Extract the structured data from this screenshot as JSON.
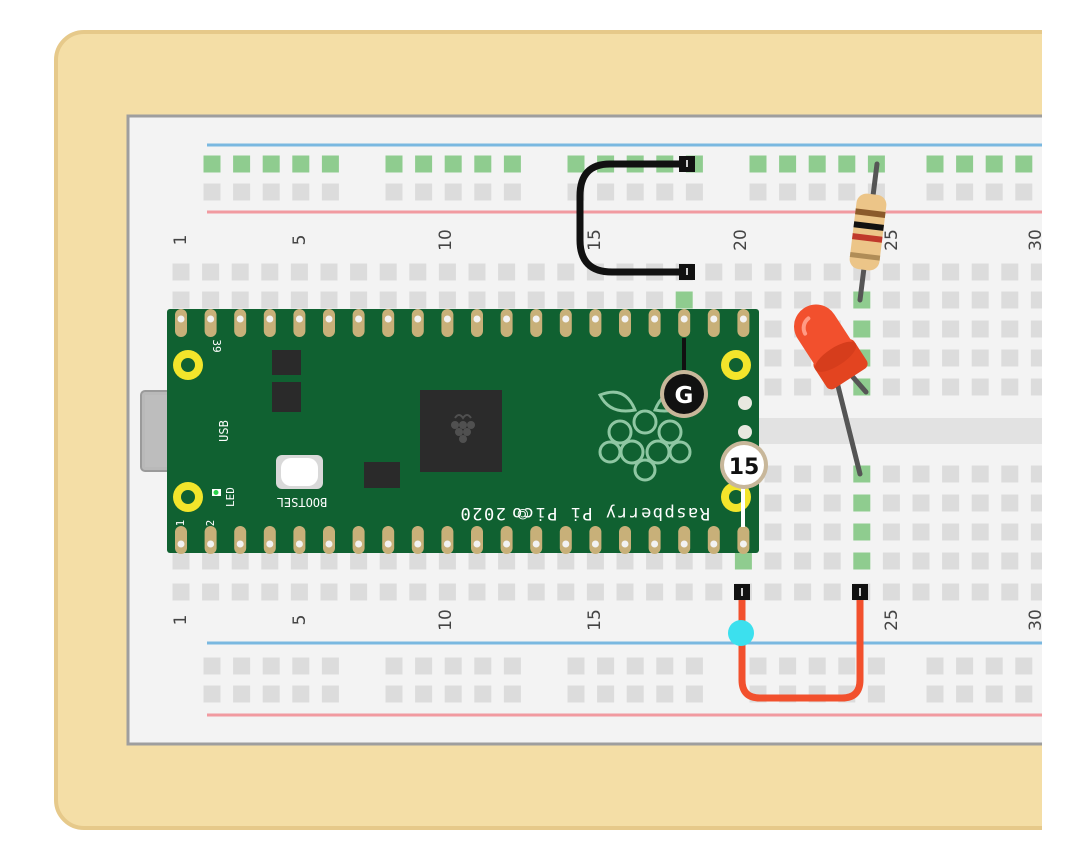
{
  "colors": {
    "frame_fill": "#f4dea6",
    "frame_stroke": "#e6c98a",
    "board_fill": "#f3f3f3",
    "board_stroke": "#9e9e9e",
    "rail_blue": "#7ab8e0",
    "rail_red": "#f19aa0",
    "hole": "#dcdcdc",
    "hole_active": "#8fcc8f",
    "pico_green": "#106131",
    "pad_gold": "#c8b079",
    "wire_black": "#111111",
    "wire_red": "#f2502d",
    "led_red": "#f2502d",
    "probe_cyan": "#3ce0ee"
  },
  "breadboard": {
    "column_numbers": [
      "1",
      "5",
      "10",
      "15",
      "20",
      "25",
      "30"
    ],
    "bottom_column_numbers": [
      "1",
      "5",
      "10",
      "15",
      "25",
      "30"
    ]
  },
  "pico": {
    "title": "Raspberry Pi Pico",
    "year": "2020",
    "copyright_symbol": "©",
    "usb_label": "USB",
    "bootsel_label": "BOOTSEL",
    "led_label": "LED",
    "pin_label_39": "39",
    "pin_label_1": "1",
    "pin_label_2": "2",
    "logo_icon": "raspberry-logo-icon"
  },
  "markers": {
    "ground": "G",
    "gpio": "15"
  },
  "components": {
    "resistor_icon": "resistor-icon",
    "led_icon": "red-led-icon"
  }
}
